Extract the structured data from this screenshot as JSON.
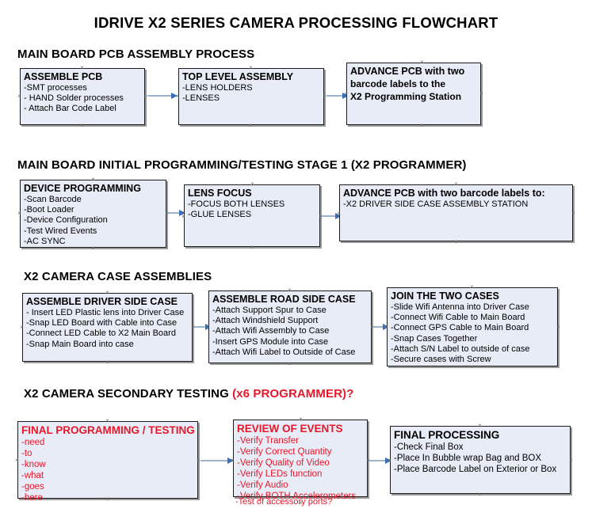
{
  "title": "IDRIVE X2  SERIES CAMERA PROCESSING FLOWCHART",
  "colors": {
    "box_fill": "#e7ecf7",
    "box_border": "#1b1b1b",
    "shadow": "#9a9a9a",
    "arrow_shaft": "#9eb3cc",
    "arrow_head": "#3a6fb5",
    "red_text": "#e8172a",
    "black_text": "#000000"
  },
  "sections": [
    {
      "heading": "MAIN BOARD PCB ASSEMBLY PROCESS",
      "heading_red": "",
      "boxes": [
        {
          "header": "ASSEMBLE PCB",
          "lines": [
            "-SMT processes",
            "- HAND Solder processes",
            "- Attach Bar Code Label"
          ]
        },
        {
          "header": "TOP LEVEL ASSEMBLY",
          "lines": [
            "-LENS HOLDERS",
            "-LENSES"
          ]
        },
        {
          "header": "ADVANCE PCB with two",
          "lines": [
            "barcode labels to the",
            " X2 Programming Station"
          ]
        }
      ]
    },
    {
      "heading": "MAIN BOARD INITIAL PROGRAMMING/TESTING STAGE 1 (X2 PROGRAMMER)",
      "heading_red": "",
      "boxes": [
        {
          "header": "DEVICE PROGRAMMING",
          "lines": [
            "-Scan Barcode",
            "-Boot Loader",
            "-Device Configuration",
            "-Test Wired Events",
            "-AC SYNC"
          ]
        },
        {
          "header": "LENS FOCUS",
          "lines": [
            "-FOCUS BOTH LENSES",
            "-GLUE LENSES"
          ]
        },
        {
          "header": "ADVANCE PCB with two barcode labels to:",
          "lines": [
            "-X2 DRIVER  SIDE  CASE  ASSEMBLY STATION"
          ]
        }
      ]
    },
    {
      "heading": "X2 CAMERA CASE ASSEMBLIES",
      "heading_red": "",
      "boxes": [
        {
          "header": "ASSEMBLE DRIVER SIDE CASE",
          "lines": [
            "- Insert LED Plastic lens into Driver Case",
            "-Snap LED Board with Cable into Case",
            "-Connect LED Cable to X2 Main Board",
            "-Snap Main Board into case"
          ]
        },
        {
          "header": "ASSEMBLE ROAD SIDE CASE",
          "lines": [
            "-Attach Support Spur to Case",
            "-Attach Windshield Support",
            "-Attach Wifi Assembly to Case",
            "-Insert GPS Module into Case",
            "-Attach Wifi Label to Outside of Case"
          ]
        },
        {
          "header": "JOIN THE TWO CASES",
          "lines": [
            "-Slide Wifi Antenna into Driver Case",
            "-Connect Wifi Cable to Main Board",
            "-Connect GPS Cable to Main Board",
            "-Snap Cases Together",
            "-Attach S/N Label to outside of case",
            "-Secure cases with Screw"
          ]
        }
      ]
    },
    {
      "heading": "X2 CAMERA SECONDARY TESTING ",
      "heading_red": "(x6 PROGRAMMER)?",
      "boxes": [
        {
          "header": "FINAL PROGRAMMING / TESTING",
          "lines": [
            "-need",
            "-to",
            "-know",
            "-what",
            "-goes",
            "-here"
          ]
        },
        {
          "header": "REVIEW OF EVENTS",
          "lines": [
            "-Verify Transfer",
            "-Verify Correct Quantity",
            "-Verify Quality of Video",
            "-Verify LEDs function",
            "-Verify Audio",
            "-Verify BOTH Accelerometers"
          ],
          "overflow_line": "-Test of accessory ports?"
        },
        {
          "header": "FINAL PROCESSING",
          "lines": [
            " -Check Final Box",
            "-Place In Bubble wrap Bag and BOX",
            "-Place Barcode Label on Exterior or Box"
          ]
        }
      ]
    }
  ]
}
